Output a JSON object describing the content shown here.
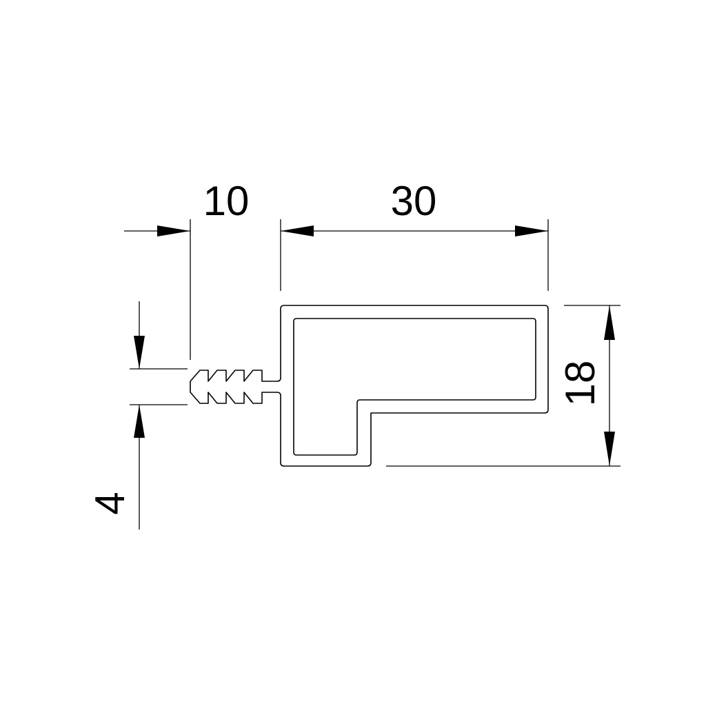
{
  "dimensions": {
    "fin_length": "10",
    "body_width": "30",
    "body_height": "18",
    "fin_thickness": "4"
  },
  "colors": {
    "line": "#000000",
    "background": "#ffffff"
  }
}
